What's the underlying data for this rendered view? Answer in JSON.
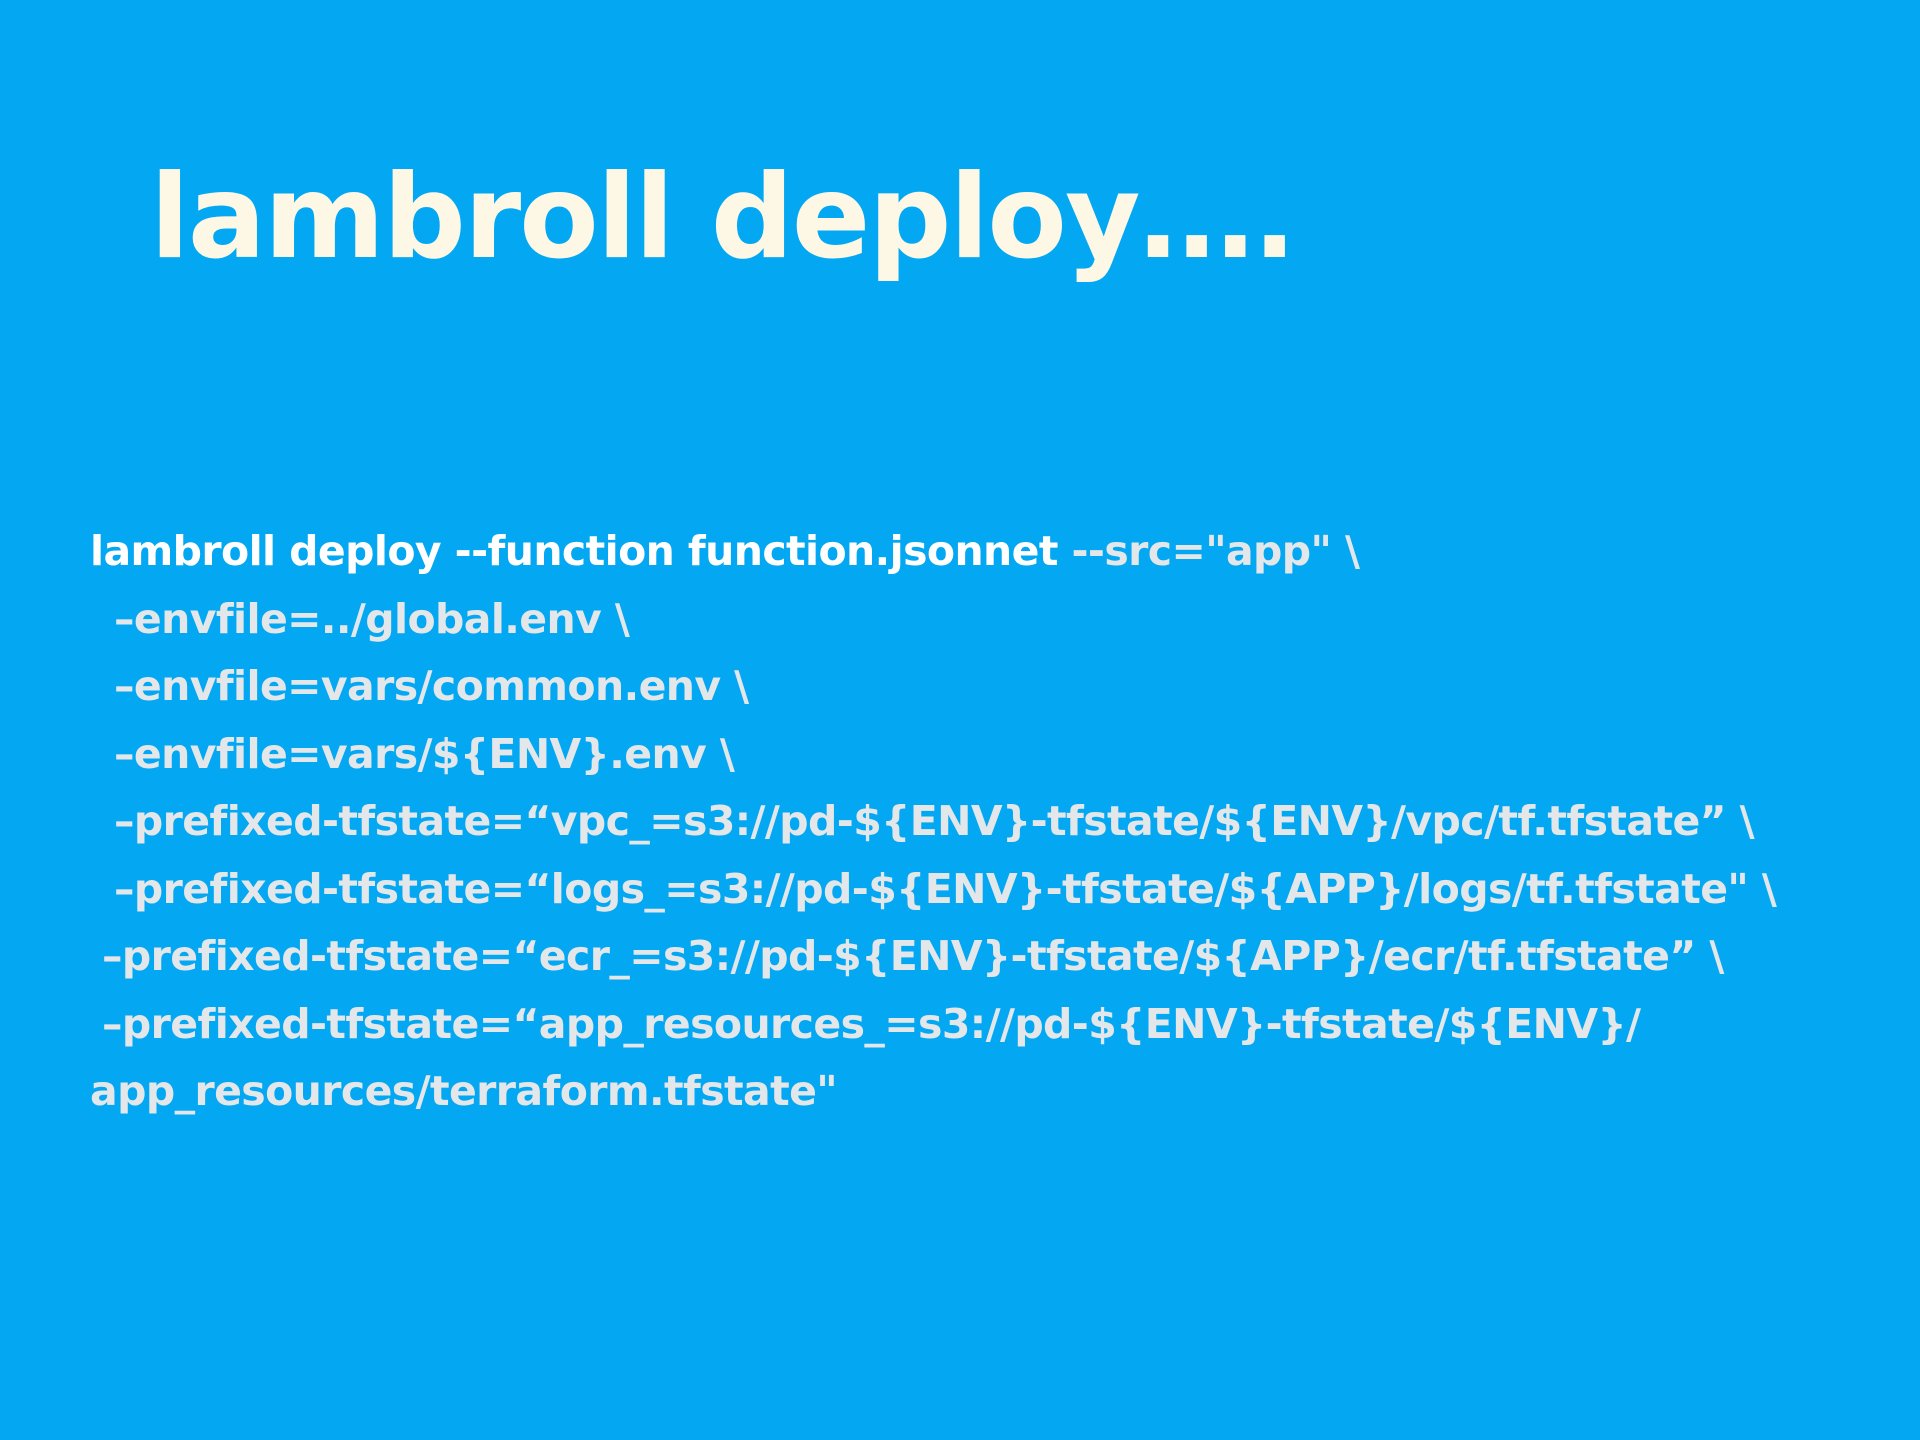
{
  "slide": {
    "title": "lambroll deploy….",
    "command": {
      "first_line_cmd": "lambroll deploy --function function.jsonnet",
      "first_line_rest": " --src=\"app\" \\",
      "lines": [
        "–envfile=../global.env \\",
        "–envfile=vars/common.env \\",
        "–envfile=vars/${ENV}.env \\",
        "–prefixed-tfstate=“vpc_=s3://pd-${ENV}-tfstate/${ENV}/vpc/tf.tfstate” \\",
        "–prefixed-tfstate=“logs_=s3://pd-${ENV}-tfstate/${APP}/logs/tf.tfstate\" \\",
        "–prefixed-tfstate=“ecr_=s3://pd-${ENV}-tfstate/${APP}/ecr/tf.tfstate” \\",
        "–prefixed-tfstate=“app_resources_=s3://pd-${ENV}-tfstate/${ENV}/",
        "app_resources/terraform.tfstate\""
      ]
    }
  },
  "colors": {
    "background": "#03a7f2",
    "title": "#fdf8e6",
    "command_highlight": "#ffffff",
    "command_text": "#e3e7ea"
  }
}
